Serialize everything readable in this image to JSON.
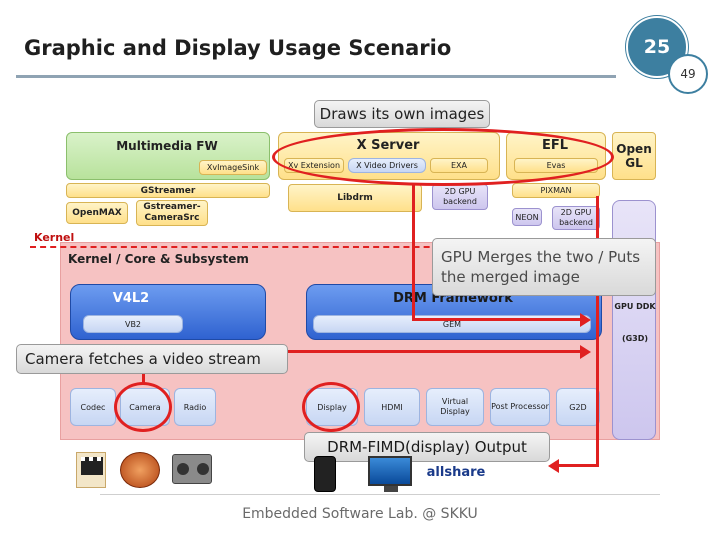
{
  "slide": {
    "title": "Graphic and Display Usage Scenario",
    "number": "25",
    "total": "49",
    "footer": "Embedded Software Lab. @ SKKU"
  },
  "diagram": {
    "callouts": {
      "draws": "Draws its own images",
      "gpu_merges": "GPU Merges the two / Puts the merged image",
      "camera": "Camera fetches a video stream",
      "drm_output": "DRM-FIMD(display) Output"
    },
    "kernel_label": "Kernel",
    "kernel_core": "Kernel / Core & Subsystem",
    "multimedia_fw": "Multimedia FW",
    "xvimagesink": "XvImageSink",
    "gstreamer": "GStreamer",
    "openmax": "OpenMAX",
    "gstreamer_camerasrc": "Gstreamer-CameraSrc",
    "x_server": "X Server",
    "xv_extension": "Xv Extension",
    "x_video_drivers": "X Video Drivers",
    "exa": "EXA",
    "libdrm": "Libdrm",
    "gpu_backend_2d": "2D GPU backend",
    "efl": "EFL",
    "evas": "Evas",
    "pixman": "PIXMAN",
    "neon": "NEON",
    "gpu_backend_2d_b": "2D GPU backend",
    "opengl": "Open GL",
    "gpu_ddk": "GPU DDK",
    "g3d": "(G3D)",
    "v4l2": "V4L2",
    "vb2": "VB2",
    "drm_framework": "DRM Framework",
    "gem": "GEM",
    "devices_left": [
      "Codec",
      "Camera",
      "Radio"
    ],
    "devices_right": [
      "Display",
      "HDMI",
      "Virtual Display",
      "Post Processor",
      "G2D"
    ],
    "allshare": "allshare"
  },
  "colors": {
    "accent": "#3d7fa0",
    "highlight": "#e02020",
    "kernel_bg": "#f6c2c2"
  }
}
